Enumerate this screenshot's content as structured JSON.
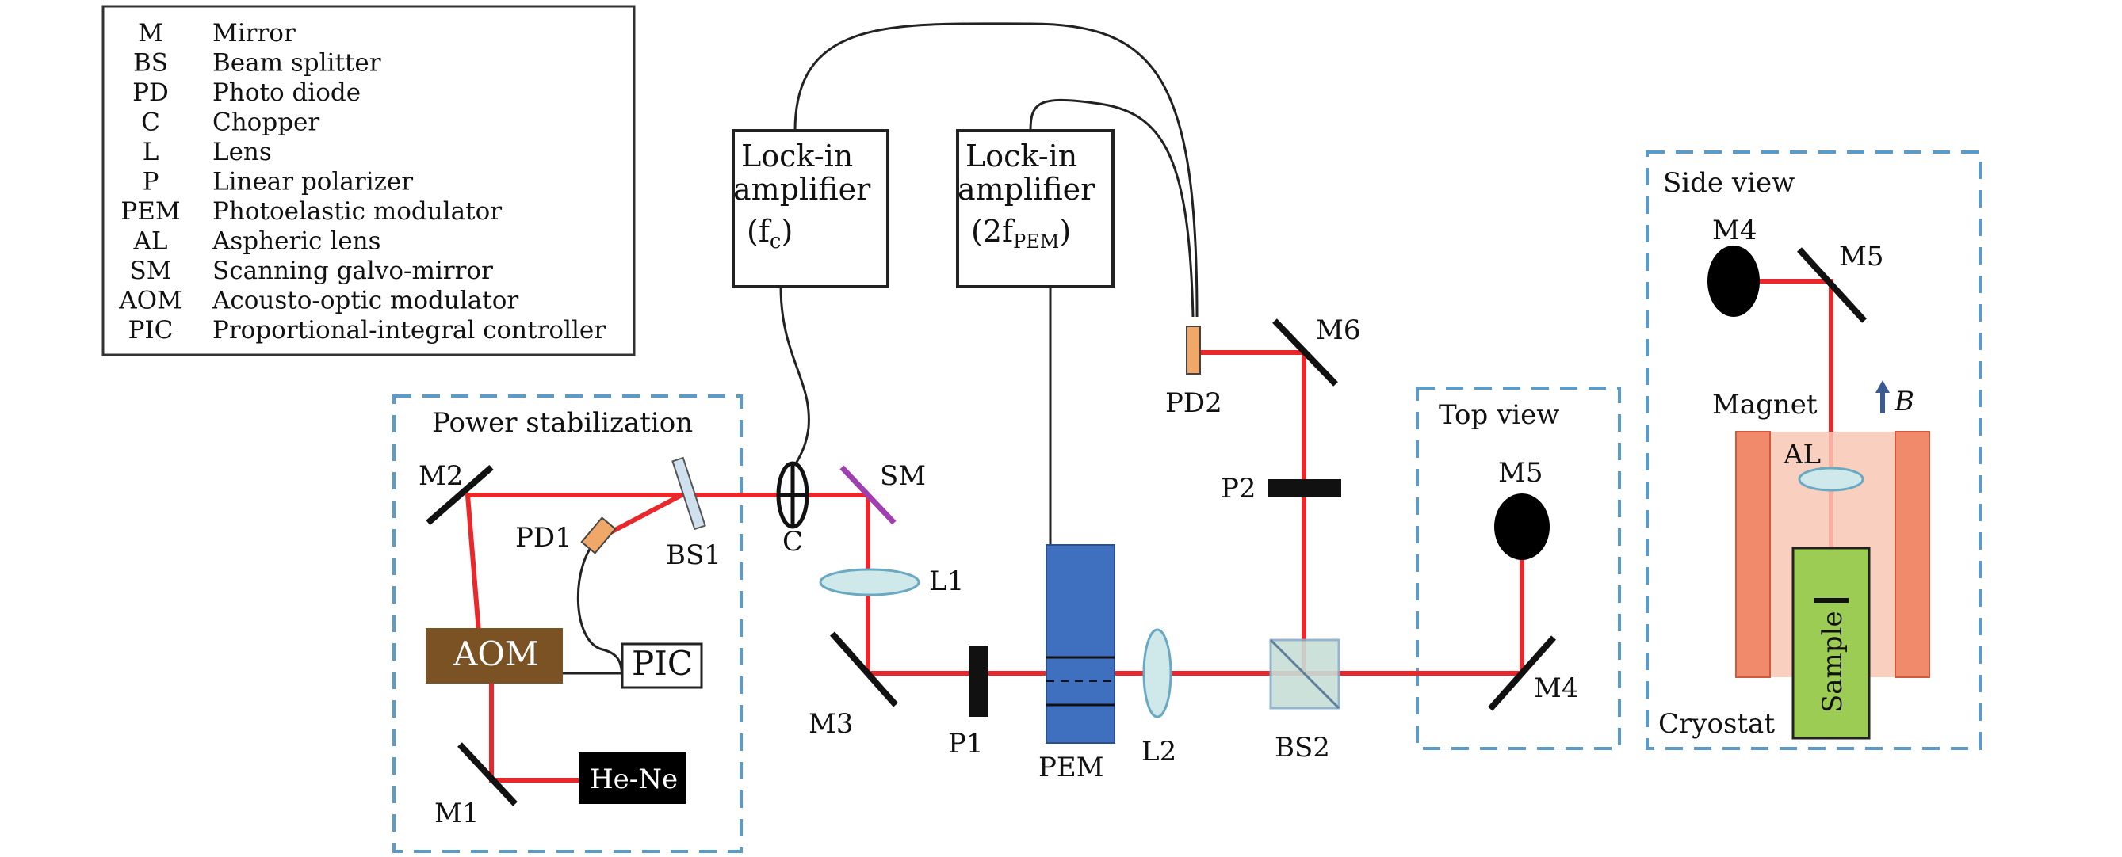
{
  "legend": [
    {
      "abbr": "M",
      "desc": "Mirror"
    },
    {
      "abbr": "BS",
      "desc": "Beam splitter"
    },
    {
      "abbr": "PD",
      "desc": "Photo diode"
    },
    {
      "abbr": "C",
      "desc": "Chopper"
    },
    {
      "abbr": "L",
      "desc": "Lens"
    },
    {
      "abbr": "P",
      "desc": "Linear polarizer"
    },
    {
      "abbr": "PEM",
      "desc": "Photoelastic modulator"
    },
    {
      "abbr": "AL",
      "desc": "Aspheric lens"
    },
    {
      "abbr": "SM",
      "desc": "Scanning galvo-mirror"
    },
    {
      "abbr": "AOM",
      "desc": "Acousto-optic modulator"
    },
    {
      "abbr": "PIC",
      "desc": "Proportional-integral controller"
    }
  ],
  "lockin_left": {
    "line1": "Lock-in",
    "line2": "amplifier",
    "freq": "(f",
    "freq_sub": "c",
    "freq_end": ")"
  },
  "lockin_right": {
    "line1": "Lock-in",
    "line2": "amplifier",
    "freq": "(2f",
    "freq_sub": "PEM",
    "freq_end": ")"
  },
  "regions": {
    "power_stabilization": "Power stabilization",
    "top_view": "Top view",
    "side_view": "Side view"
  },
  "components": {
    "M1": "M1",
    "M2": "M2",
    "M3": "M3",
    "M4": "M4",
    "M5": "M5",
    "M6": "M6",
    "BS1": "BS1",
    "BS2": "BS2",
    "PD1": "PD1",
    "PD2": "PD2",
    "C": "C",
    "SM": "SM",
    "L1": "L1",
    "L2": "L2",
    "P1": "P1",
    "P2": "P2",
    "PEM": "PEM",
    "AOM": "AOM",
    "PIC": "PIC",
    "HeNe": "He-Ne"
  },
  "top_view": {
    "M5": "M5",
    "M4": "M4"
  },
  "side_view": {
    "M4": "M4",
    "M5": "M5",
    "magnet": "Magnet",
    "field": "B",
    "AL": "AL",
    "sample": "Sample",
    "cryostat": "Cryostat"
  },
  "colors": {
    "beam": "#e8282a",
    "region_border": "#5b9bc9",
    "aom": "#7a5223",
    "pem": "#3f6fbf",
    "lens": "#cfe8ea",
    "sample": "#9ccc53",
    "magnet": "#f08a6a",
    "photodiode": "#f0a868"
  }
}
